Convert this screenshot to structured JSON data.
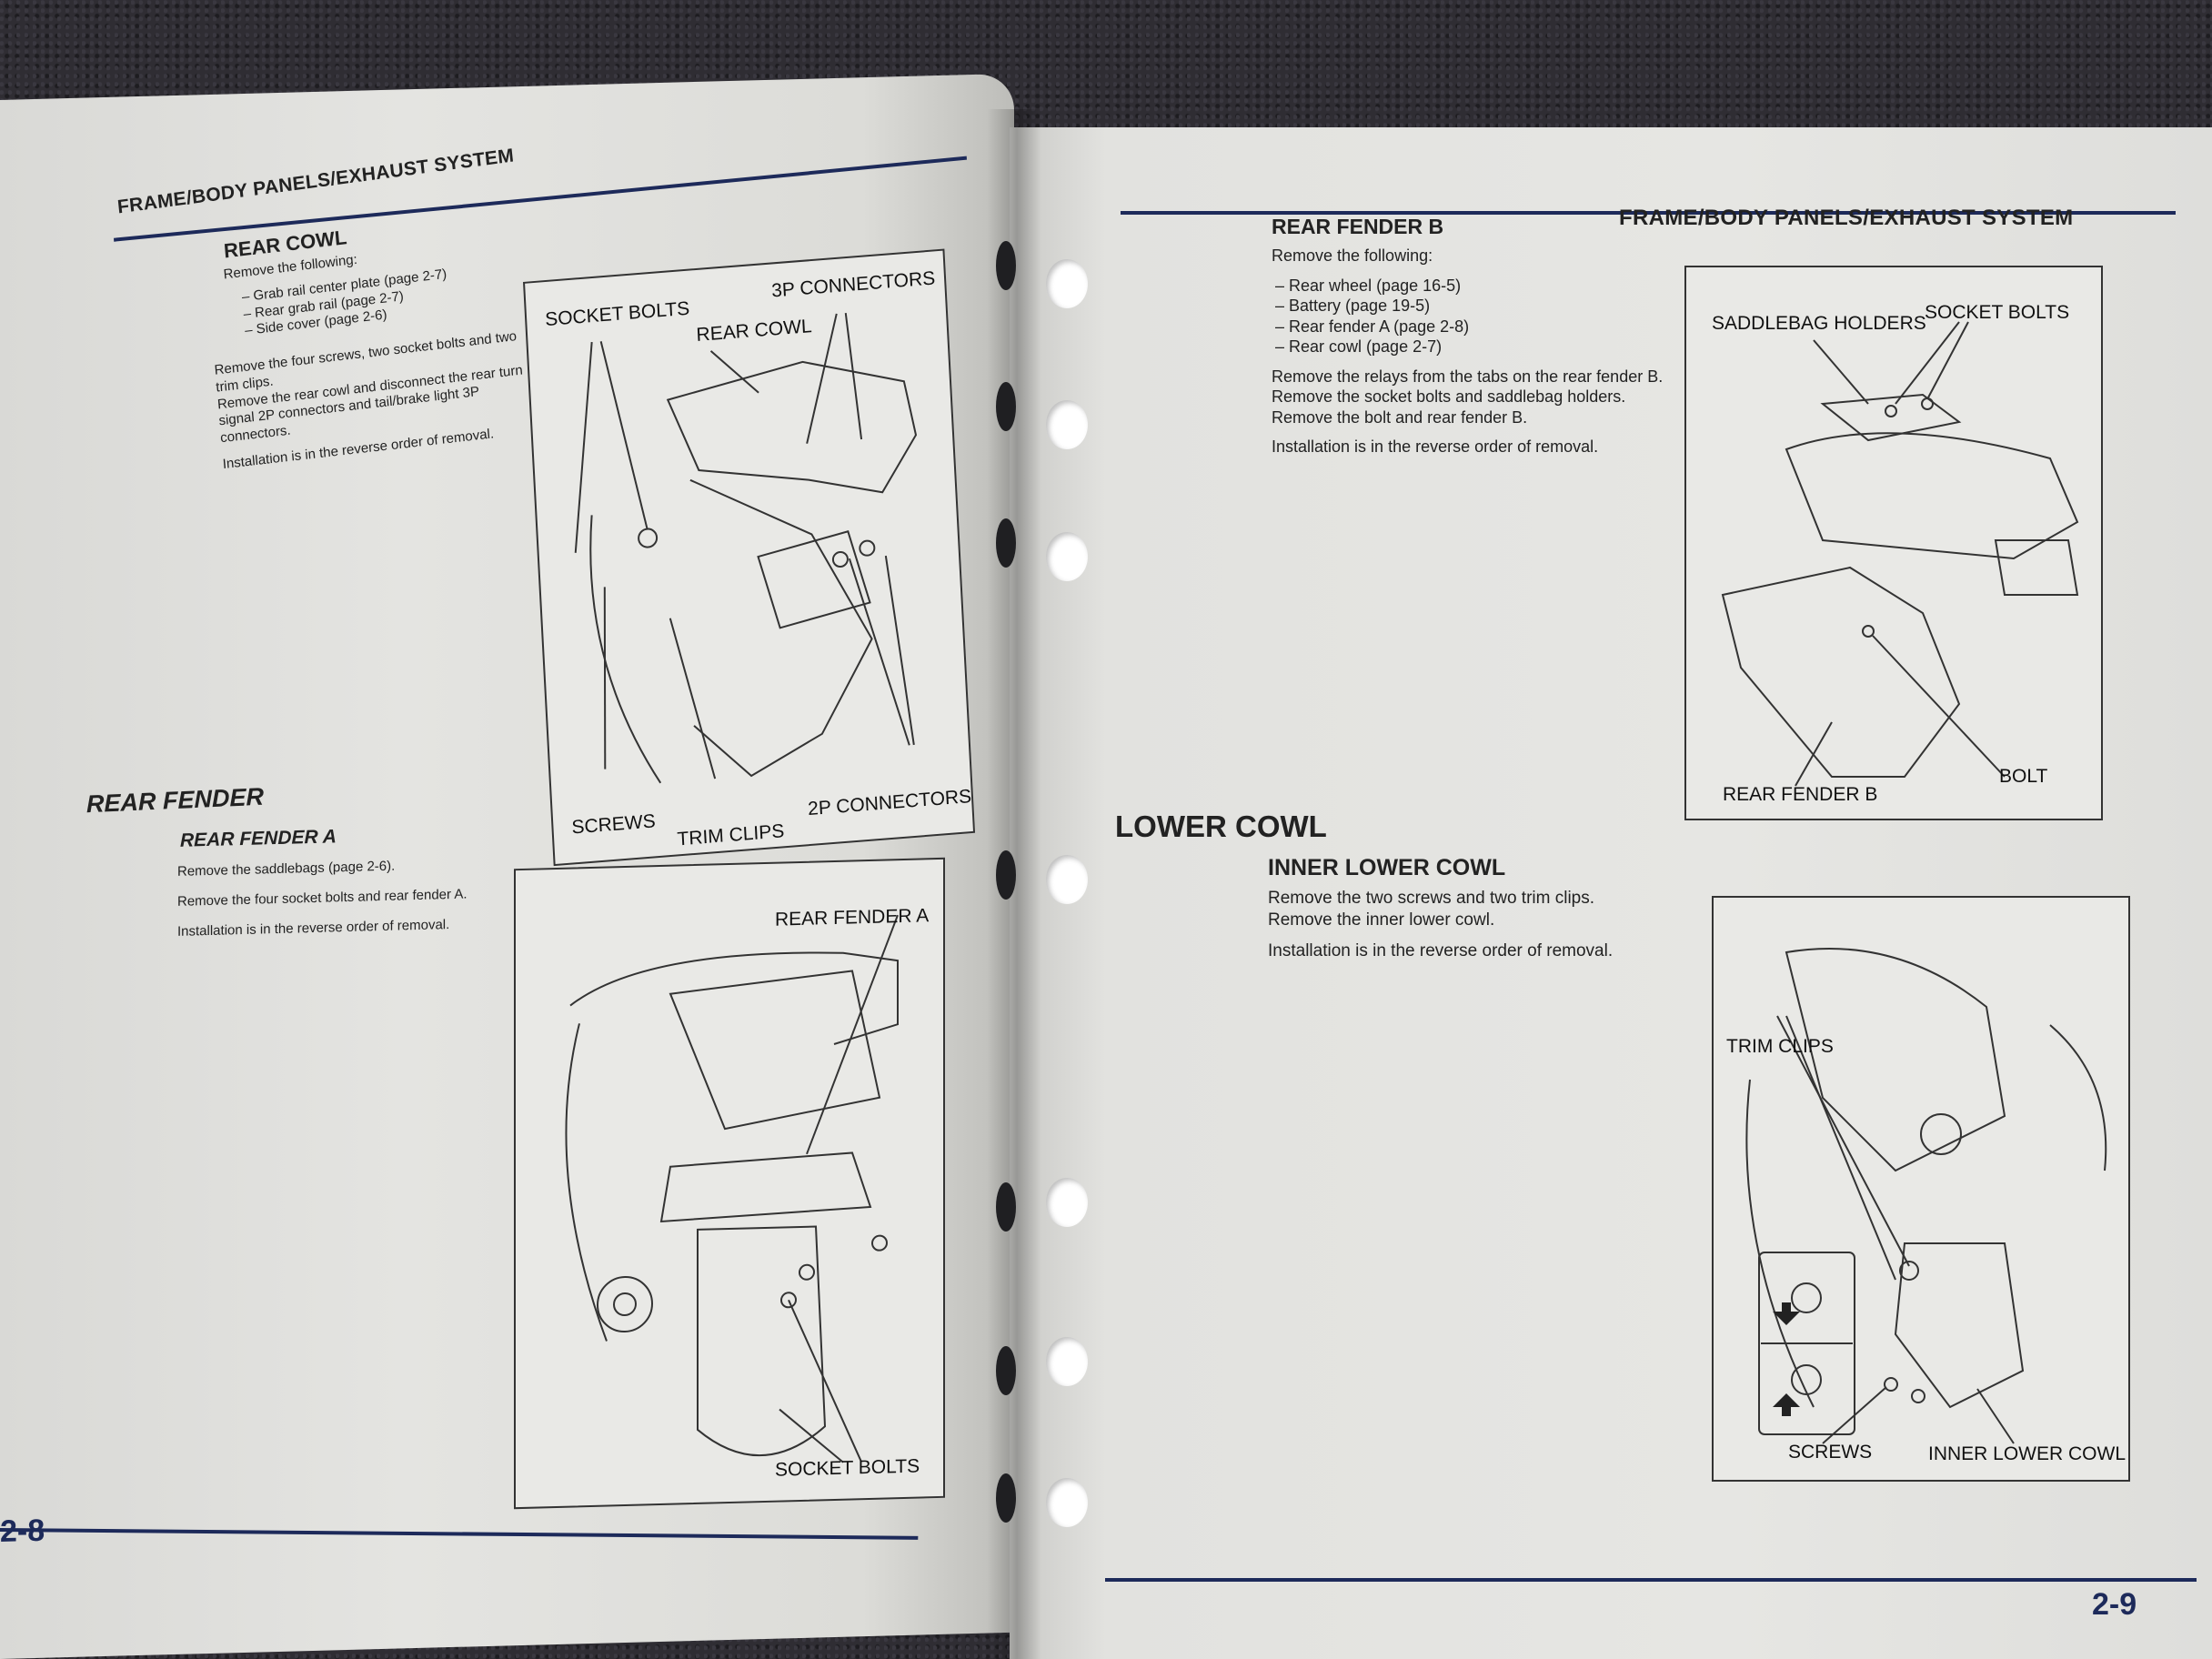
{
  "left_page": {
    "header": "FRAME/BODY PANELS/EXHAUST SYSTEM",
    "rear_cowl": {
      "title": "REAR COWL",
      "intro": "Remove the following:",
      "items": [
        "Grab rail center plate (page 2-7)",
        "Rear grab rail (page 2-7)",
        "Side cover (page 2-6)"
      ],
      "p1": "Remove the four screws, two socket bolts and two trim clips.",
      "p2": "Remove the rear cowl and disconnect the rear turn signal 2P connectors and tail/brake light 3P connectors.",
      "p3": "Installation is in the reverse order of removal.",
      "figure_labels": {
        "socket_bolts": "SOCKET BOLTS",
        "connectors_3p": "3P CONNECTORS",
        "rear_cowl": "REAR COWL",
        "screws": "SCREWS",
        "trim_clips": "TRIM CLIPS",
        "connectors_2p": "2P CONNECTORS"
      }
    },
    "rear_fender": {
      "title": "REAR FENDER",
      "sub_title": "REAR FENDER A",
      "p1": "Remove the saddlebags (page 2-6).",
      "p2": "Remove the four socket bolts and rear fender A.",
      "p3": "Installation is in the reverse order of removal.",
      "figure_labels": {
        "rear_fender_a": "REAR FENDER A",
        "socket_bolts": "SOCKET BOLTS"
      }
    },
    "page_number": "2-8"
  },
  "right_page": {
    "header": "FRAME/BODY PANELS/EXHAUST SYSTEM",
    "rear_fender_b": {
      "title": "REAR FENDER B",
      "intro": "Remove the following:",
      "items": [
        "Rear wheel (page 16-5)",
        "Battery (page 19-5)",
        "Rear fender A (page 2-8)",
        "Rear cowl (page 2-7)"
      ],
      "p1": "Remove the relays from the tabs on the rear fender B.",
      "p2": "Remove the socket bolts and saddlebag holders.",
      "p3": "Remove the bolt and rear fender B.",
      "p4": "Installation is in the reverse order of removal.",
      "figure_labels": {
        "saddlebag_holders": "SADDLEBAG HOLDERS",
        "socket_bolts": "SOCKET BOLTS",
        "rear_fender_b": "REAR FENDER B",
        "bolt": "BOLT"
      }
    },
    "lower_cowl": {
      "title": "LOWER COWL",
      "sub_title": "INNER LOWER COWL",
      "p1": "Remove the two screws and two trim clips.",
      "p2": "Remove the inner lower cowl.",
      "p3": "Installation is in the reverse order of removal.",
      "figure_labels": {
        "trim_clips": "TRIM CLIPS",
        "screws": "SCREWS",
        "inner_lower_cowl": "INNER LOWER COWL"
      }
    },
    "page_number": "2-9"
  }
}
